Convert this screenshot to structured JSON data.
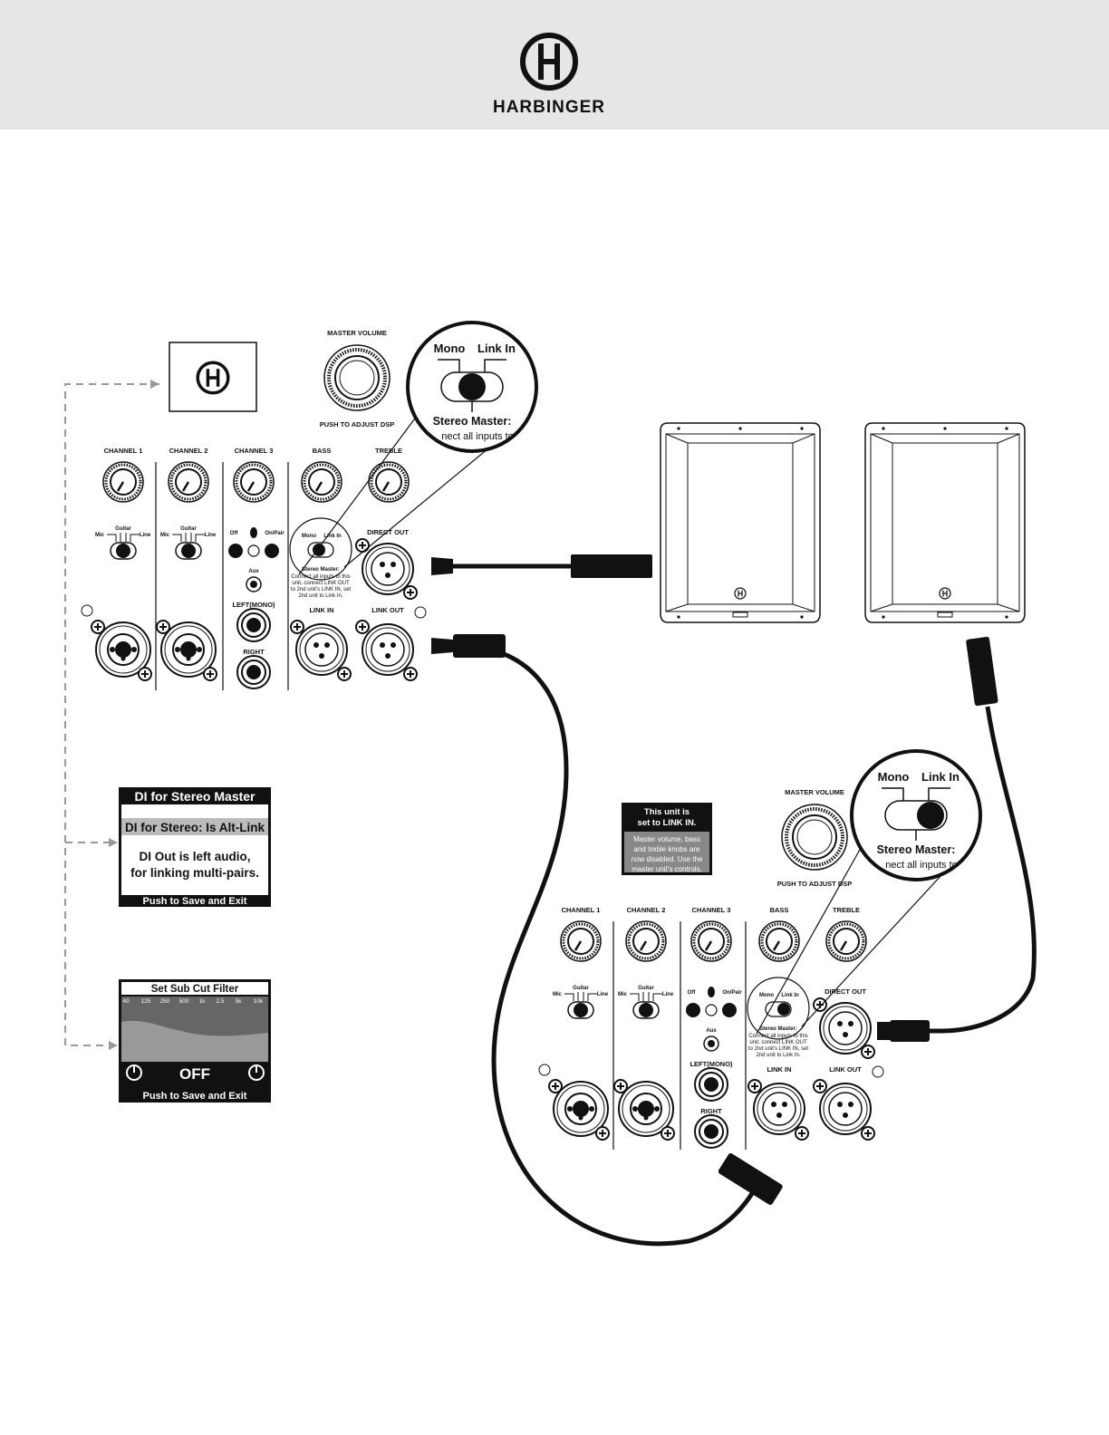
{
  "brand": {
    "name": "HARBINGER",
    "logo_letter": "H"
  },
  "panels": [
    {
      "id": "master-unit",
      "master_volume": "MASTER VOLUME",
      "push_dsp": "PUSH TO ADJUST DSP",
      "channels": [
        "CHANNEL 1",
        "CHANNEL 2",
        "CHANNEL 3"
      ],
      "bass": "BASS",
      "treble": "TREBLE",
      "input_switch": {
        "mic": "Mic",
        "guitar": "Guitar",
        "line": "Line"
      },
      "bt": {
        "off": "Off",
        "on": "On/Pair"
      },
      "aux": "Aux",
      "left_mono": "LEFT(MONO)",
      "right": "RIGHT",
      "mono": "Mono",
      "link_in_switch": "Link In",
      "stereo_master": "Stereo Master:",
      "stereo_note": [
        "Connect all inputs to this",
        "unit, connect LINK OUT",
        "to 2nd unit's LINK IN, set",
        "2nd unit to Link In."
      ],
      "direct_out": "DIRECT OUT",
      "link_in": "LINK IN",
      "link_out": "LINK OUT",
      "switch_position": "Mono"
    },
    {
      "id": "linked-unit",
      "master_volume": "MASTER VOLUME",
      "push_dsp": "PUSH TO ADJUST DSP",
      "channels": [
        "CHANNEL 1",
        "CHANNEL 2",
        "CHANNEL 3"
      ],
      "bass": "BASS",
      "treble": "TREBLE",
      "input_switch": {
        "mic": "Mic",
        "guitar": "Guitar",
        "line": "Line"
      },
      "bt": {
        "off": "Off",
        "on": "On/Pair"
      },
      "aux": "Aux",
      "left_mono": "LEFT(MONO)",
      "right": "RIGHT",
      "mono": "Mono",
      "link_in_switch": "Link In",
      "stereo_master": "Stereo Master:",
      "stereo_note": [
        "Connect all inputs to this",
        "unit, connect LINK OUT",
        "to 2nd unit's LINK IN, set",
        "2nd unit to Link In."
      ],
      "direct_out": "DIRECT OUT",
      "link_in": "LINK IN",
      "link_out": "LINK OUT",
      "switch_position": "Link In"
    }
  ],
  "zoom_callout_master": {
    "mono": "Mono",
    "link_in": "Link In",
    "stereo_master": "Stereo Master:",
    "partial": "nect all inputs to"
  },
  "zoom_callout_linked": {
    "mono": "Mono",
    "link_in": "Link In",
    "stereo_master": "Stereo Master:",
    "partial": "nect all inputs to"
  },
  "notice": {
    "title": [
      "This unit is",
      "set to LINK IN."
    ],
    "body": [
      "Master volume, bass",
      "and treble knobs are",
      "now disabled. Use the",
      "master unit's controls."
    ]
  },
  "lcd_stereo": {
    "title": "DI for Stereo Master",
    "selected": "DI for Stereo: Is Alt-Link",
    "body": [
      "DI Out is left audio,",
      "for linking multi-pairs."
    ],
    "footer": "Push to Save and Exit"
  },
  "lcd_subcut": {
    "title": "Set Sub Cut Filter",
    "freqs": [
      "40",
      "125",
      "250",
      "500",
      "1k",
      "2.5",
      "5k",
      "10k"
    ],
    "value": "OFF",
    "footer": "Push to Save and Exit"
  },
  "colors": {
    "header_bg": "#e6e6e7",
    "ink": "#111111"
  }
}
